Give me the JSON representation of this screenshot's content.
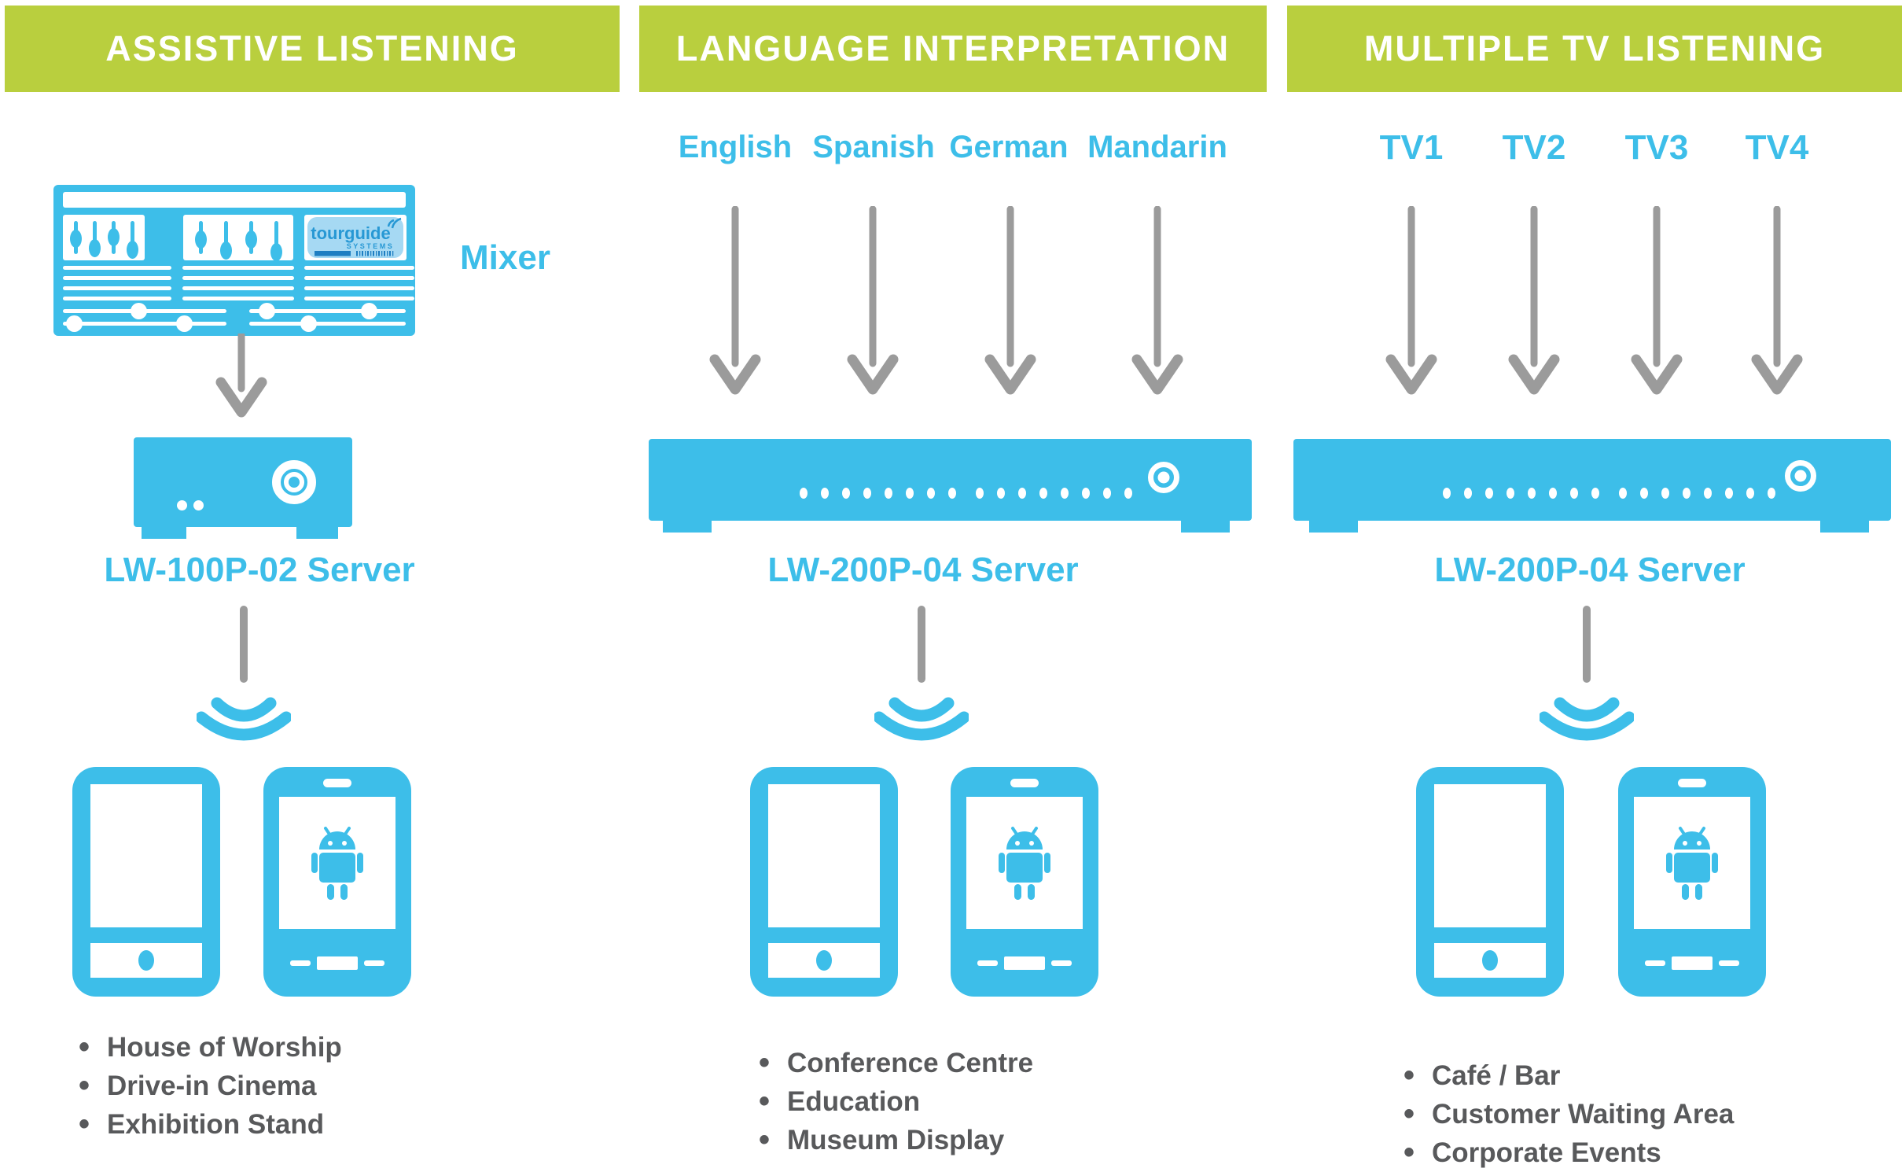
{
  "colors": {
    "accent_green": "#b9cf3e",
    "accent_blue": "#3dbee9",
    "arrow_gray": "#9b9b9b",
    "text_dark_gray": "#58595b",
    "logo_light_blue": "#a6d9f3",
    "logo_dark_blue": "#1d7ec2"
  },
  "logo": {
    "brand": "tourguide",
    "sub": "SYSTEMS"
  },
  "columns": [
    {
      "header": "ASSISTIVE LISTENING",
      "device_label": "Mixer",
      "server_label": "LW-100P-02 Server",
      "use_cases": [
        "House of Worship",
        "Drive-in Cinema",
        "Exhibition Stand"
      ]
    },
    {
      "header": "LANGUAGE INTERPRETATION",
      "sources": [
        "English",
        "Spanish",
        "German",
        "Mandarin"
      ],
      "server_label": "LW-200P-04 Server",
      "use_cases": [
        "Conference Centre",
        "Education",
        "Museum Display"
      ]
    },
    {
      "header": "MULTIPLE TV LISTENING",
      "sources": [
        "TV1",
        "TV2",
        "TV3",
        "TV4"
      ],
      "server_label": "LW-200P-04 Server",
      "use_cases": [
        "Café / Bar",
        "Customer Waiting Area",
        "Corporate Events"
      ]
    }
  ]
}
